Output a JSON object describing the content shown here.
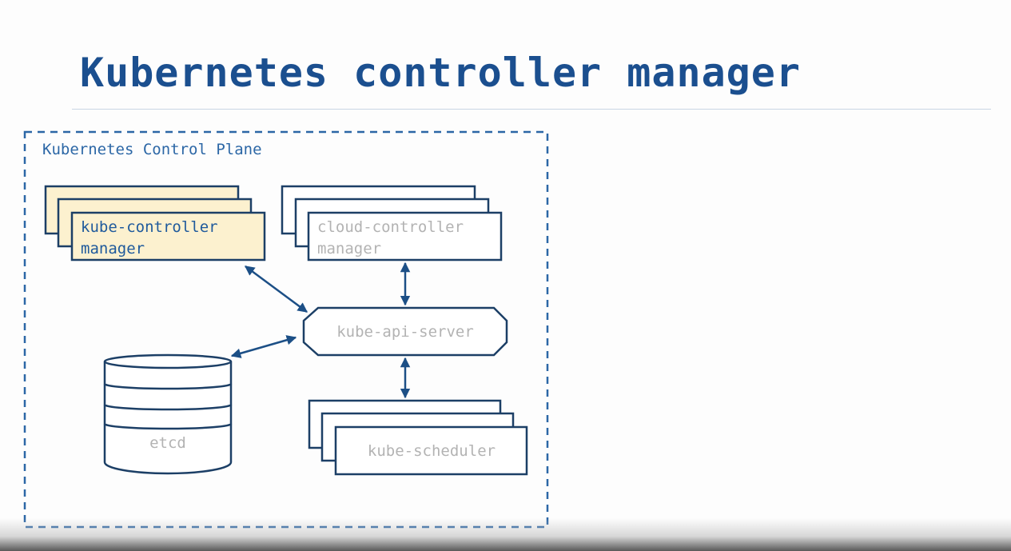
{
  "slide": {
    "title": "Kubernetes controller manager"
  },
  "diagram": {
    "boundary_label": "Kubernetes Control Plane",
    "kube_controller_manager": {
      "line1": "kube-controller",
      "line2": "manager"
    },
    "cloud_controller_manager": {
      "line1": "cloud-controller",
      "line2": "manager"
    },
    "kube_api_server": "kube-api-server",
    "etcd": "etcd",
    "kube_scheduler": "kube-scheduler"
  },
  "colors": {
    "title": "#1b4f8f",
    "stroke": "#1c3f66",
    "highlight_fill": "#fcf1cf",
    "highlight_text": "#1f5a9c",
    "muted_text": "#b3b3b3"
  }
}
